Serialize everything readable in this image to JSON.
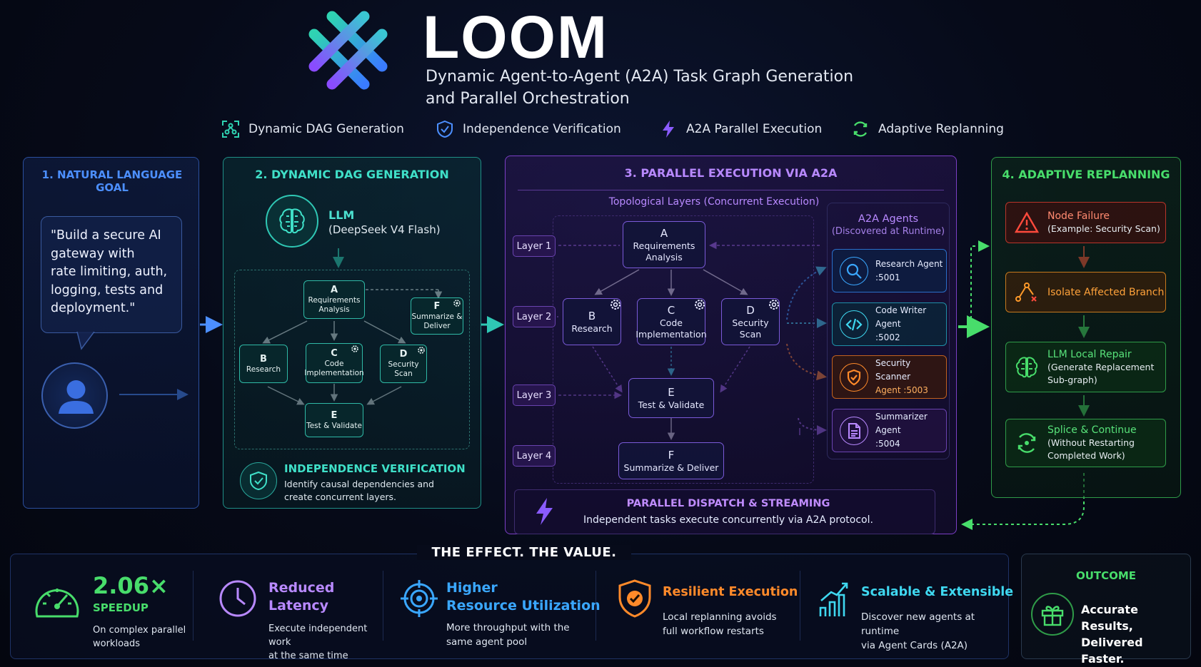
{
  "header": {
    "brand": "LOOM",
    "subtitle_line1": "Dynamic Agent-to-Agent (A2A) Task Graph Generation",
    "subtitle_line2": "and Parallel Orchestration",
    "features": [
      {
        "label": "Dynamic DAG Generation",
        "icon": "dag-scan-icon"
      },
      {
        "label": "Independence Verification",
        "icon": "shield-check-icon"
      },
      {
        "label": "A2A Parallel Execution",
        "icon": "lightning-icon"
      },
      {
        "label": "Adaptive Replanning",
        "icon": "refresh-icon"
      }
    ]
  },
  "panel1": {
    "title": "1. NATURAL LANGUAGE GOAL",
    "quote_lines": [
      "\"Build a secure AI",
      "gateway with",
      "rate limiting, auth,",
      "logging, tests and",
      "deployment.\""
    ]
  },
  "panel2": {
    "title": "2. DYNAMIC DAG GENERATION",
    "llm_label": "LLM",
    "llm_model": "(DeepSeek V4 Flash)",
    "nodes": {
      "A": {
        "letter": "A",
        "line1": "Requirements",
        "line2": "Analysis"
      },
      "B": {
        "letter": "B",
        "line1": "Research"
      },
      "C": {
        "letter": "C",
        "line1": "Code",
        "line2": "Implementation"
      },
      "D": {
        "letter": "D",
        "line1": "Security",
        "line2": "Scan"
      },
      "E": {
        "letter": "E",
        "line1": "Test & Validate"
      },
      "F": {
        "letter": "F",
        "line1": "Summarize &",
        "line2": "Deliver"
      }
    },
    "verification_title": "INDEPENDENCE VERIFICATION",
    "verification_line1": "Identify causal dependencies and",
    "verification_line2": "create concurrent layers."
  },
  "panel3": {
    "title": "3. PARALLEL EXECUTION VIA A2A",
    "topo_title": "Topological Layers (Concurrent Execution)",
    "layers": [
      "Layer 1",
      "Layer 2",
      "Layer 3",
      "Layer 4"
    ],
    "nodes": {
      "A": {
        "letter": "A",
        "line1": "Requirements",
        "line2": "Analysis"
      },
      "B": {
        "letter": "B",
        "line1": "Research"
      },
      "C": {
        "letter": "C",
        "line1": "Code",
        "line2": "Implementation"
      },
      "D": {
        "letter": "D",
        "line1": "Security",
        "line2": "Scan"
      },
      "E": {
        "letter": "E",
        "line1": "Test & Validate"
      },
      "F": {
        "letter": "F",
        "line1": "Summarize & Deliver"
      }
    },
    "agents_title": "A2A Agents",
    "agents_sub": "(Discovered at Runtime)",
    "agents": [
      {
        "line1": "Research Agent",
        "line2": ":5001",
        "icon": "magnifier-icon",
        "color": "#3aa7ff"
      },
      {
        "line1": "Code Writer Agent",
        "line2": ":5002",
        "icon": "code-icon",
        "color": "#3fd8f0"
      },
      {
        "line1": "Security Scanner",
        "line2": "Agent :5003",
        "icon": "shield-icon",
        "color": "#ff8a2a"
      },
      {
        "line1": "Summarizer Agent",
        "line2": ":5004",
        "icon": "document-icon",
        "color": "#b889ff"
      }
    ],
    "dispatch_title": "PARALLEL DISPATCH & STREAMING",
    "dispatch_desc": "Independent tasks execute concurrently via A2A protocol."
  },
  "panel4": {
    "title": "4. ADAPTIVE REPLANNING",
    "steps": [
      {
        "title": "Node Failure",
        "desc1": "(Example: Security Scan)",
        "icon": "warning-icon",
        "color": "#ff4a3c"
      },
      {
        "title": "Isolate Affected Branch",
        "icon": "branch-icon",
        "color": "#ff9a2a"
      },
      {
        "title": "LLM Local Repair",
        "desc1": "(Generate Replacement",
        "desc2": "Sub-graph)",
        "icon": "brain-icon",
        "color": "#48dd6b"
      },
      {
        "title": "Splice & Continue",
        "desc1": "(Without Restarting",
        "desc2": "Completed Work)",
        "icon": "cycle-icon",
        "color": "#48dd6b"
      }
    ]
  },
  "effect": {
    "label": "THE EFFECT. THE VALUE.",
    "metrics": [
      {
        "h1": "2.06×",
        "h2": "SPEEDUP",
        "d1": "On complex parallel",
        "d2": "workloads",
        "icon": "speedometer-icon",
        "color": "#48dd6b"
      },
      {
        "h1": "Reduced",
        "h2": "Latency",
        "d1": "Execute independent work",
        "d2": "at the same time",
        "icon": "clock-icon",
        "color": "#b889ff"
      },
      {
        "h1": "Higher",
        "h2": "Resource Utilization",
        "d1": "More throughput with the",
        "d2": "same agent pool",
        "icon": "target-icon",
        "color": "#3aa7ff"
      },
      {
        "h1": "Resilient Execution",
        "d1": "Local replanning avoids",
        "d2": "full workflow restarts",
        "icon": "shield-check-icon",
        "color": "#ff8a2a"
      },
      {
        "h1": "Scalable & Extensible",
        "d1": "Discover new agents at runtime",
        "d2": "via Agent Cards (A2A)",
        "icon": "growth-chart-icon",
        "color": "#3fd8f0"
      }
    ],
    "outcome_title": "OUTCOME",
    "outcome_line1": "Accurate Results,",
    "outcome_line2": "Delivered Faster."
  }
}
